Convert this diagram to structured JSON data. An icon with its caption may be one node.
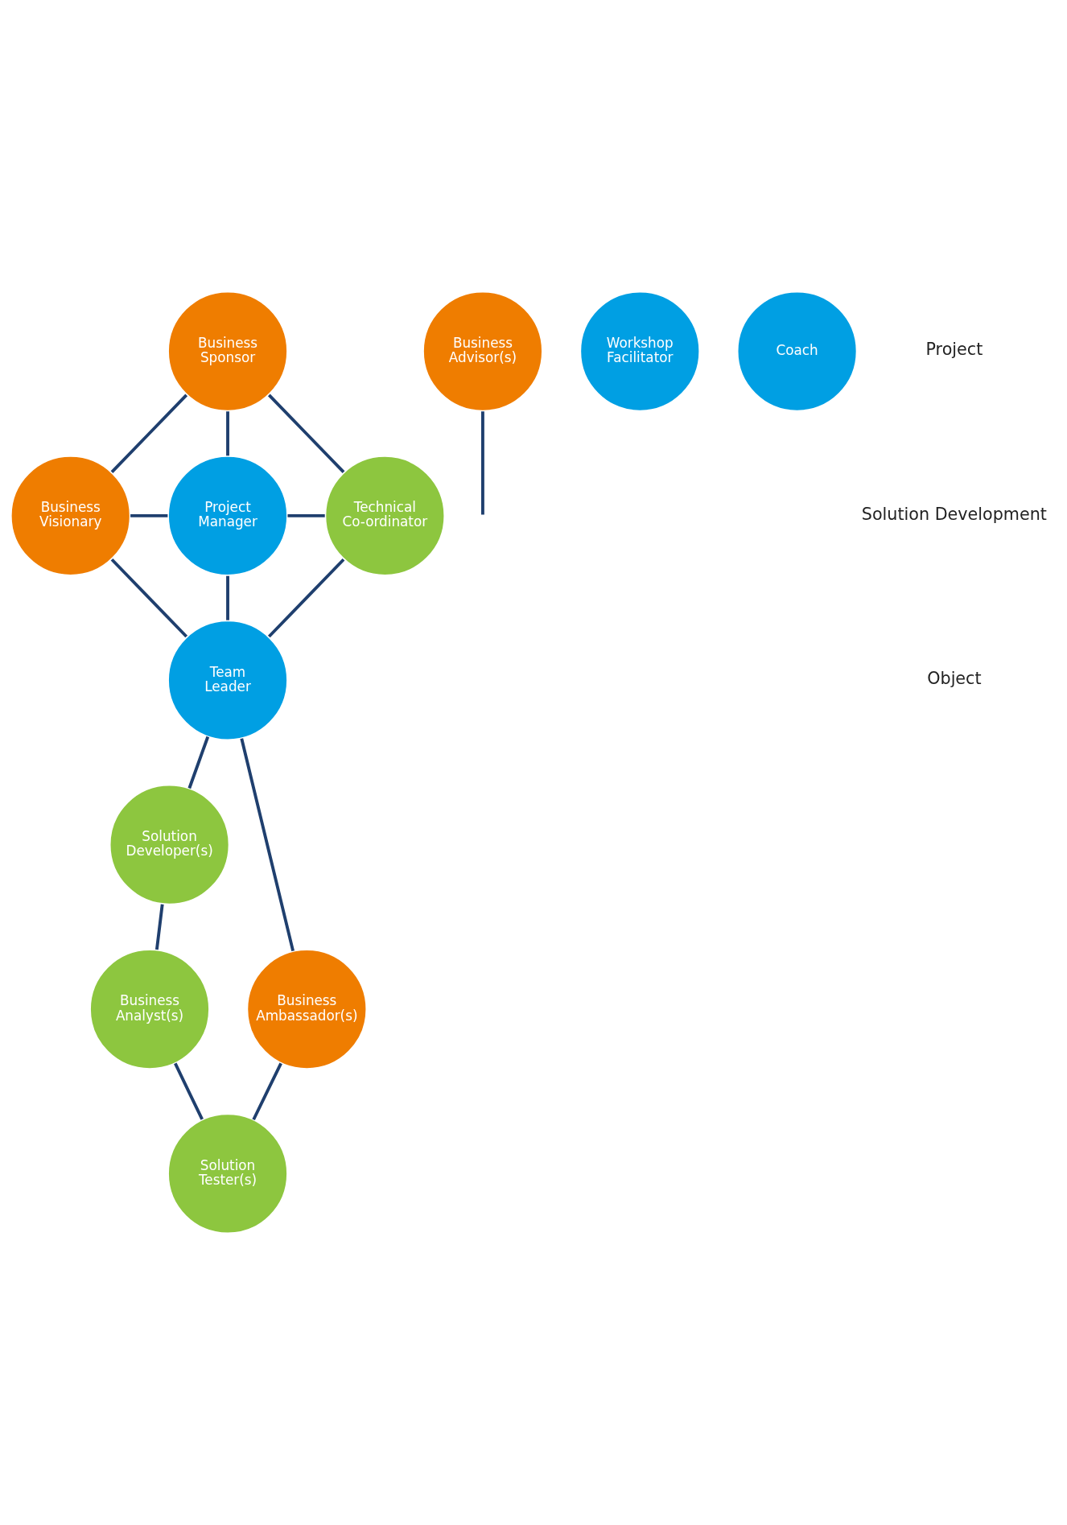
{
  "diagram": {
    "nodes": [
      {
        "text": [
          "Business Sponsor"
        ]
      },
      {
        "text": [
          "Business Visionary"
        ]
      },
      {
        "text": [
          "Project Manager"
        ]
      },
      {
        "text": [
          "Technical Co-ordinator"
        ]
      },
      {
        "text": [
          "Team Leader"
        ]
      },
      {
        "text": [
          "Business Advisor(s)"
        ]
      },
      {
        "text": [
          "Solution Developer(s)"
        ]
      },
      {
        "text": [
          "Business Ambassador(s)"
        ]
      },
      {
        "text": [
          "Business Analyst(s)"
        ]
      },
      {
        "text": [
          "Solution Tester(s)"
        ]
      },
      {
        "text": [
          "Workshop Facilitator"
        ]
      },
      {
        "text": [
          "Coach"
        ]
      }
    ],
    "edges": [
      {
        "from": 0,
        "to": 1,
        "arrow": "none"
      },
      {
        "from": 0,
        "to": 3,
        "arrow": "none"
      },
      {
        "from": 0,
        "to": 2,
        "arrow": "none"
      },
      {
        "from": 1,
        "to": 2,
        "arrow": "none"
      },
      {
        "from": 2,
        "to": 3,
        "arrow": "none"
      },
      {
        "from": 2,
        "to": 4,
        "arrow": "none"
      },
      {
        "from": 1,
        "to": 4,
        "arrow": "none"
      },
      {
        "from": 3,
        "to": 4,
        "arrow": "none"
      },
      {
        "from": 4,
        "to": 6,
        "arrow": "none"
      },
      {
        "from": 4,
        "to": 7,
        "arrow": "none"
      },
      {
        "from": 5,
        "to": null,
        "arrow": "none"
      },
      {
        "from": 6,
        "to": 8,
        "arrow": "none"
      },
      {
        "from": 7,
        "to": 9,
        "arrow": "none"
      },
      {
        "from": 8,
        "to": 9,
        "arrow": "none"
      }
    ],
    "labels": [
      "Project",
      "Solution Development",
      "Object"
    ]
  }
}
